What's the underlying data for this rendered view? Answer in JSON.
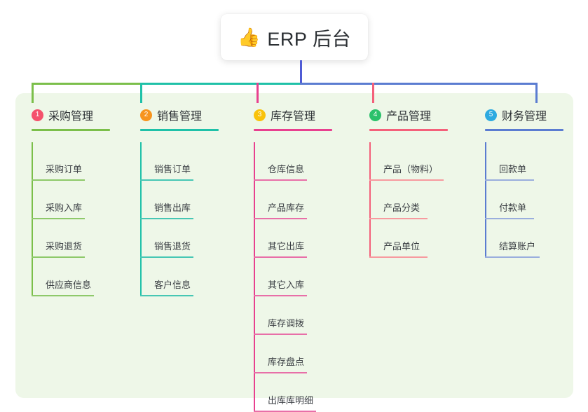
{
  "root": {
    "icon": "thumbs-up-icon",
    "emoji": "👍",
    "title": "ERP 后台"
  },
  "palette": {
    "panel_bg": "#eef7e8",
    "page_bg": "#ffffff",
    "root_stem": "#4f5bd5",
    "green": "#7bbf4a",
    "teal": "#1fc1a8",
    "pink": "#e8408f",
    "red": "#f4607a",
    "blue": "#5b7cd1",
    "badge_1": "#f4516c",
    "badge_2": "#f7941e",
    "badge_3": "#f9c20a",
    "badge_4": "#2bc16b",
    "badge_5": "#2eaae0",
    "text": "#2b2f33",
    "leaf_text": "#3b3f44"
  },
  "columns": [
    {
      "index": "1",
      "title": "采购管理",
      "badge_color": "#f4516c",
      "line_color": "#7bbf4a",
      "leaf_rule_color": "#8ec96a",
      "items": [
        {
          "label": "采购订单",
          "rule_width": 76
        },
        {
          "label": "采购入库",
          "rule_width": 76
        },
        {
          "label": "采购退货",
          "rule_width": 76
        },
        {
          "label": "供应商信息",
          "rule_width": 89
        }
      ]
    },
    {
      "index": "2",
      "title": "销售管理",
      "badge_color": "#f7941e",
      "line_color": "#1fc1a8",
      "leaf_rule_color": "#47c7b4",
      "items": [
        {
          "label": "销售订单",
          "rule_width": 76
        },
        {
          "label": "销售出库",
          "rule_width": 76
        },
        {
          "label": "销售退货",
          "rule_width": 76
        },
        {
          "label": "客户信息",
          "rule_width": 76
        }
      ]
    },
    {
      "index": "3",
      "title": "库存管理",
      "badge_color": "#f9c20a",
      "line_color": "#e8408f",
      "leaf_rule_color": "#e86fa8",
      "items": [
        {
          "label": "仓库信息",
          "rule_width": 76
        },
        {
          "label": "产品库存",
          "rule_width": 76
        },
        {
          "label": "其它出库",
          "rule_width": 76
        },
        {
          "label": "其它入库",
          "rule_width": 76
        },
        {
          "label": "库存调拨",
          "rule_width": 76
        },
        {
          "label": "库存盘点",
          "rule_width": 76
        },
        {
          "label": "出库库明细",
          "rule_width": 89
        }
      ]
    },
    {
      "index": "4",
      "title": "产品管理",
      "badge_color": "#2bc16b",
      "line_color": "#f4607a",
      "leaf_rule_color": "#f79a9f",
      "items": [
        {
          "label": "产品（物料）",
          "rule_width": 106
        },
        {
          "label": "产品分类",
          "rule_width": 83
        },
        {
          "label": "产品单位",
          "rule_width": 83
        }
      ]
    },
    {
      "index": "5",
      "title": "财务管理",
      "badge_color": "#2eaae0",
      "line_color": "#5b7cd1",
      "leaf_rule_color": "#9aaedd",
      "items": [
        {
          "label": "回款单",
          "rule_width": 70
        },
        {
          "label": "付款单",
          "rule_width": 70
        },
        {
          "label": "结算账户",
          "rule_width": 78
        }
      ]
    }
  ]
}
